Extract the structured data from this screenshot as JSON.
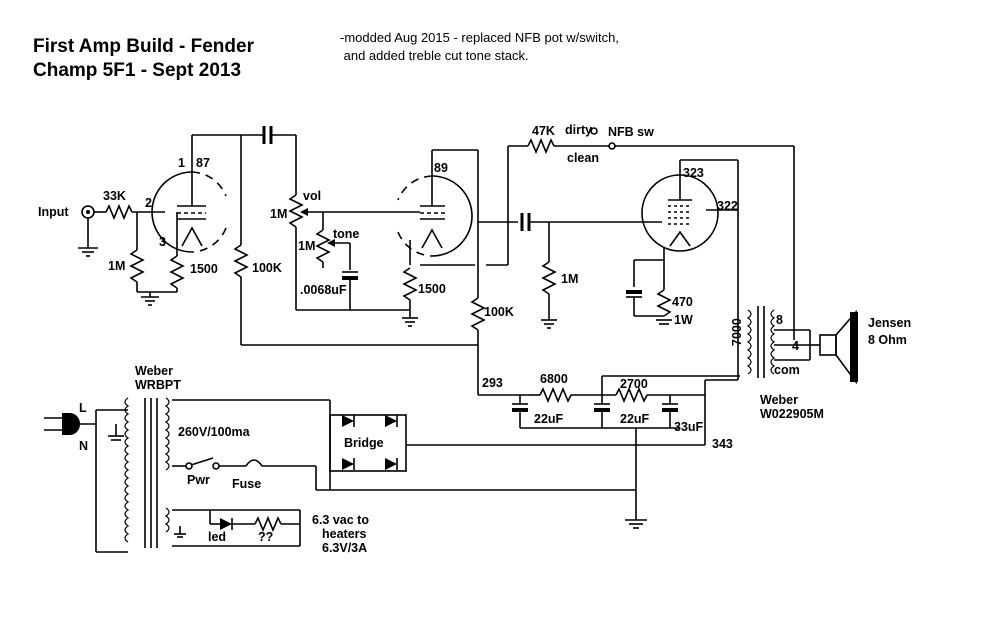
{
  "title": {
    "line1": "First Amp Build - Fender",
    "line2": "Champ 5F1  - Sept 2013"
  },
  "notes": {
    "line1": "-modded Aug 2015 - replaced NFB pot w/switch,",
    "line2": " and added treble cut tone stack."
  },
  "labels": {
    "input": "Input",
    "r33k": "33K",
    "pin2": "2",
    "pin1": "1",
    "pin3": "3",
    "v87": "87",
    "r1m_in": "1M",
    "r1500_a": "1500",
    "r100k_a": "100K",
    "vol": "vol",
    "vol_1m": "1M",
    "tone": "tone",
    "tone_1m": "1M",
    "cap_0068": ".0068uF",
    "v89": "89",
    "r1500_b": "1500",
    "r100k_b": "100K",
    "r1m_b": "1M",
    "r47k": "47K",
    "dirty": "dirty",
    "clean": "clean",
    "nfb_sw": "NFB sw",
    "v323": "323",
    "v322": "322",
    "r470": "470",
    "r1w": "1W",
    "v293": "293",
    "r6800": "6800",
    "r2700": "2700",
    "c22a": "22uF",
    "c22b": "22uF",
    "c33": "33uF",
    "v343": "343",
    "ot7000": "7000",
    "ot8": "8",
    "ot4": "4",
    "ot_com": "com",
    "weber_ot_1": "Weber",
    "weber_ot_2": "W022905M",
    "jensen": "Jensen",
    "ohm": "8 Ohm",
    "weber_pt_1": "Weber",
    "weber_pt_2": "WRBPT",
    "plug_l": "L",
    "plug_n": "N",
    "hv": "260V/100ma",
    "bridge": "Bridge",
    "pwr": "Pwr",
    "fuse": "Fuse",
    "led": "led",
    "qq": "??",
    "heat1": "6.3 vac to",
    "heat2": "heaters",
    "heat3": "6.3V/3A"
  }
}
